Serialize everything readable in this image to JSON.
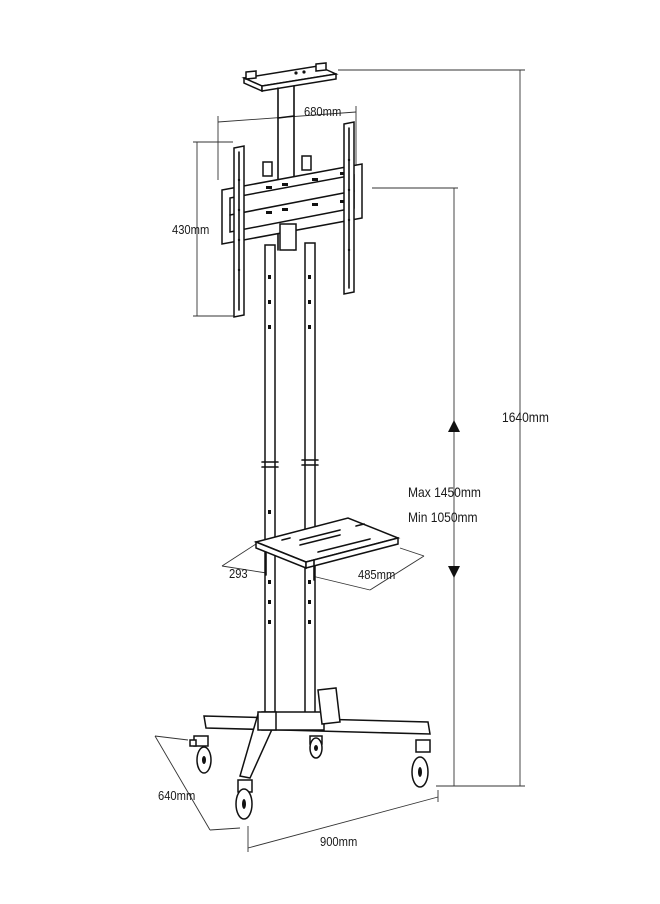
{
  "dimensions": {
    "top_width": "680mm",
    "side_height": "430mm",
    "total_height": "1640mm",
    "range_max": "Max 1450mm",
    "range_min": "Min 1050mm",
    "shelf_depth": "293",
    "shelf_width": "485mm",
    "base_depth": "640mm",
    "base_width": "900mm"
  }
}
